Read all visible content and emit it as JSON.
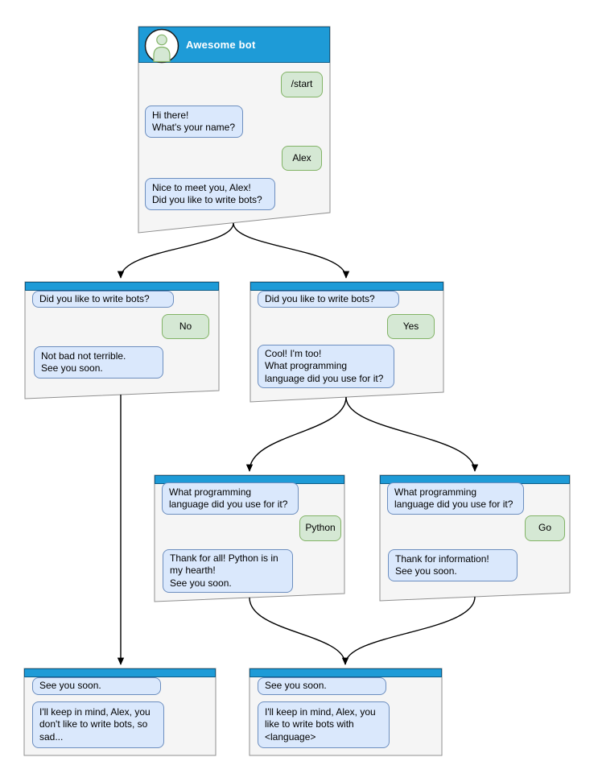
{
  "diagram_type": "chatbot-conversation-flowchart",
  "colors": {
    "header_blue": "#1e9bd7",
    "node_fill": "#f5f5f5",
    "node_border": "#8f8f8f",
    "bot_bubble_fill": "#dae8fc",
    "bot_bubble_border": "#6c8ebf",
    "user_bubble_fill": "#d5e8d4",
    "user_bubble_border": "#82b366",
    "connector": "#000000"
  },
  "icons": {
    "avatar": "person-icon"
  },
  "nodes": [
    {
      "id": "root",
      "title": "Awesome bot",
      "messages": [
        "/start",
        "Hi there!\nWhat's your name?",
        "Alex",
        "Nice to meet you, Alex!\nDid you like to write bots?"
      ]
    },
    {
      "id": "no-branch",
      "messages": [
        "Did you like to write bots?",
        "No",
        "Not bad not terrible.\nSee you soon."
      ]
    },
    {
      "id": "yes-branch",
      "messages": [
        "Did you like to write bots?",
        "Yes",
        "Cool! I'm too!\nWhat programming\nlanguage did you use for it?"
      ]
    },
    {
      "id": "python-branch",
      "messages": [
        "What programming\nlanguage did you use for it?",
        "Python",
        "Thank for all! Python is in\nmy hearth!\nSee you soon."
      ]
    },
    {
      "id": "go-branch",
      "messages": [
        "What programming\nlanguage did you use for it?",
        "Go",
        "Thank for information!\nSee you soon."
      ]
    },
    {
      "id": "end-no",
      "messages": [
        "See you soon.",
        "I'll keep in mind, Alex, you\ndon't like to write bots, so\nsad..."
      ]
    },
    {
      "id": "end-yes",
      "messages": [
        "See you soon.",
        "I'll keep in mind, Alex, you\nlike to write bots with\n<language>"
      ]
    }
  ]
}
